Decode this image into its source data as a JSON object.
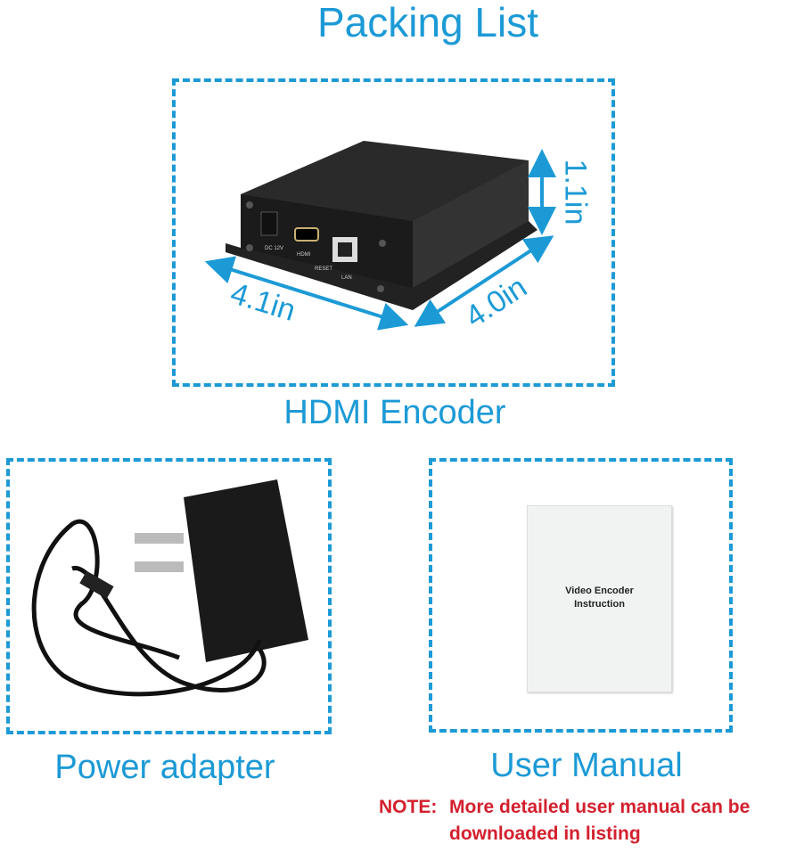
{
  "title": "Packing List",
  "items": [
    {
      "caption": "HDMI Encoder",
      "dimensions": {
        "width": "4.1in",
        "depth": "4.0in",
        "height": "1.1in"
      },
      "ports": [
        "DC 12V",
        "HDMI",
        "RESET",
        "LAN"
      ]
    },
    {
      "caption": "Power adapter"
    },
    {
      "caption": "User Manual",
      "manual_text": [
        "Video Encoder",
        "Instruction"
      ]
    }
  ],
  "note": {
    "label": "NOTE:",
    "line1": "More detailed user manual can be",
    "line2": "downloaded in listing"
  },
  "colors": {
    "accent": "#1c9ad6",
    "note": "#d3202e"
  }
}
